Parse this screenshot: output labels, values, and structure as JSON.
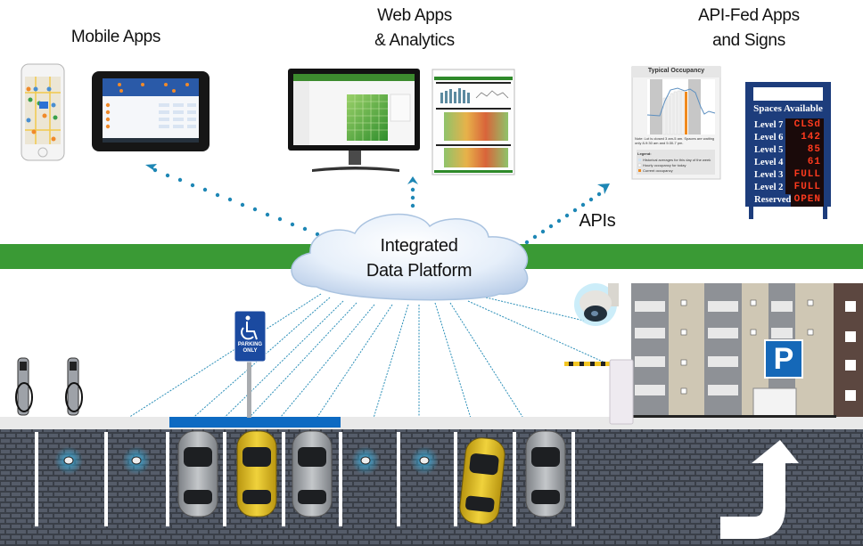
{
  "diagram": {
    "title": "Smart Parking Integrated Data Platform",
    "labels": {
      "mobile_apps": "Mobile Apps",
      "web_apps_line1": "Web Apps",
      "web_apps_line2": "& Analytics",
      "api_fed_line1": "API-Fed Apps",
      "api_fed_line2": "and Signs",
      "apis": "APIs",
      "platform_line1": "Integrated",
      "platform_line2": "Data Platform"
    },
    "occupancy_chart": {
      "title": "Typical Occupancy",
      "note": "Note: Lot is closed 3 am-5 am. Spaces are waiting only 8-9:30 am and 5:30-7 pm.",
      "legend_title": "Legend:",
      "legend": [
        "Historical averages for this day of the week",
        "Hourly occupancy for today",
        "Current occupancy"
      ]
    },
    "availability_sign": {
      "header": "Spaces Available",
      "rows": [
        {
          "level": "Level 7",
          "value": "CLSd"
        },
        {
          "level": "Level 6",
          "value": "142"
        },
        {
          "level": "Level 5",
          "value": "85"
        },
        {
          "level": "Level 4",
          "value": "61"
        },
        {
          "level": "Level 3",
          "value": "FULL"
        },
        {
          "level": "Level 2",
          "value": "FULL"
        },
        {
          "level": "Reserved",
          "value": "OPEN"
        }
      ]
    },
    "parking_sign": {
      "line1": "PARKING",
      "line2": "ONLY"
    },
    "garage_sign": "P",
    "colors": {
      "green_band": "#3a9a35",
      "arrow_blue": "#1e87b5",
      "pavement": "#4a505c",
      "accessible_blue": "#0d6ac2",
      "sign_navy": "#1d3d7c",
      "car_yellow": "#e1bd22",
      "car_gray": "#9a9ea3"
    }
  }
}
